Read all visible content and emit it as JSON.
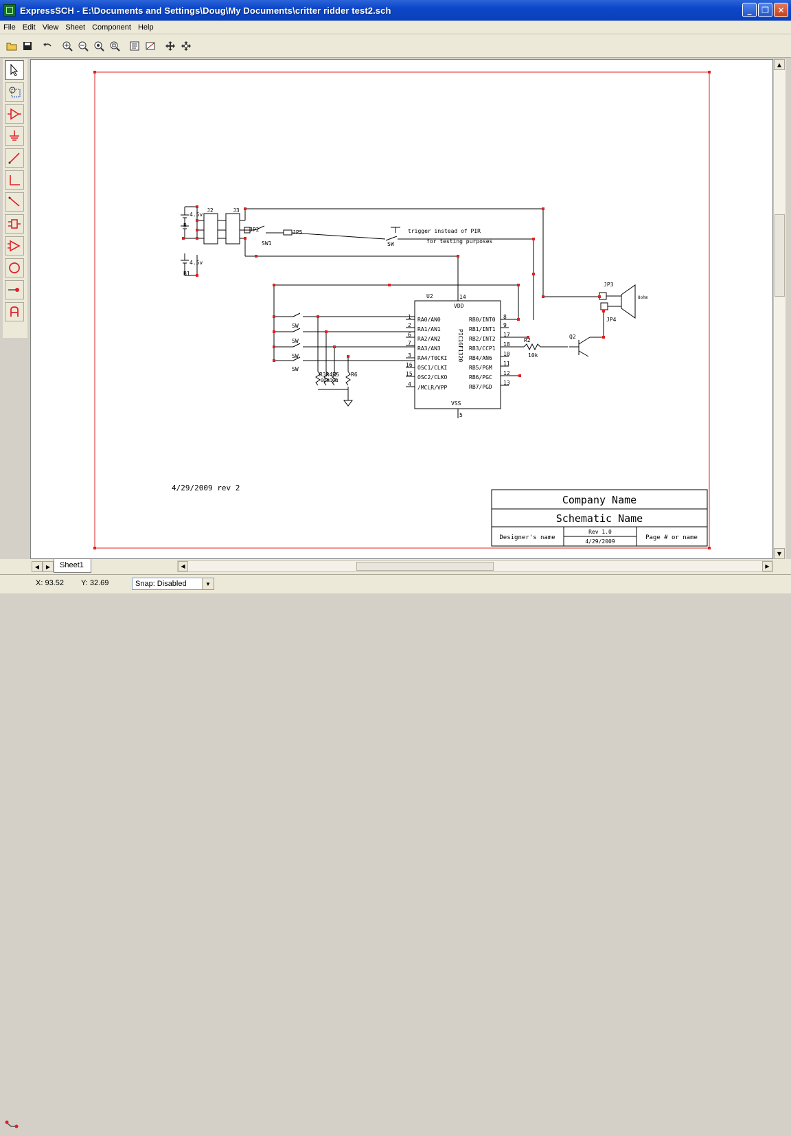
{
  "window": {
    "title": "ExpressSCH - E:\\Documents and Settings\\Doug\\My Documents\\critter ridder test2.sch",
    "minimize": "_",
    "maximize": "❐",
    "close": "✕"
  },
  "menu": [
    "File",
    "Edit",
    "View",
    "Sheet",
    "Component",
    "Help"
  ],
  "schematic": {
    "battery_top_label": "4.5v",
    "battery_bottom_label": "4.5v",
    "battery_b": "B",
    "battery_b1": "B1",
    "j2": "J2",
    "j3": "J3",
    "jp2": "JP2",
    "jp5": "JP5",
    "sw1": "SW1",
    "sw": "SW",
    "trigger_note": "trigger instead of PIR",
    "testing_note": "for testing purposes",
    "u2": "U2",
    "vdd": "VDD",
    "vss": "VSS",
    "chip_name": "PIC16F1320",
    "pin14": "14",
    "pin5": "5",
    "left_pins": [
      {
        "num": "1",
        "name": "RA0/AN0"
      },
      {
        "num": "2",
        "name": "RA1/AN1"
      },
      {
        "num": "6",
        "name": "RA2/AN2"
      },
      {
        "num": "7",
        "name": "RA3/AN3"
      },
      {
        "num": "3",
        "name": "RA4/T0CKI"
      },
      {
        "num": "16",
        "name": "OSC1/CLKI"
      },
      {
        "num": "15",
        "name": "OSC2/CLKO"
      },
      {
        "num": "4",
        "name": "/MCLR/VPP"
      }
    ],
    "right_pins": [
      {
        "num": "8",
        "name": "RB0/INT0"
      },
      {
        "num": "9",
        "name": "RB1/INT1"
      },
      {
        "num": "17",
        "name": "RB2/INT2"
      },
      {
        "num": "18",
        "name": "RB3/CCP1"
      },
      {
        "num": "10",
        "name": "RB4/AN6"
      },
      {
        "num": "11",
        "name": "RB5/PGM"
      },
      {
        "num": "12",
        "name": "RB6/PGC"
      },
      {
        "num": "13",
        "name": "RB7/PGD"
      }
    ],
    "r2": "R2",
    "r2_value": "10k",
    "q2": "Q2",
    "jp3": "JP3",
    "jp4": "JP4",
    "speaker": "8ohm",
    "r_network": "R3R4R5",
    "r6": "R6",
    "r_network_values": "0Ω0Ω0Ω",
    "date_note": "4/29/2009 rev 2",
    "company": "Company Name",
    "schematic_name": "Schematic Name",
    "designer": "Designer's name",
    "rev": "Rev 1.0",
    "rev_date": "4/29/2009",
    "page": "Page # or name"
  },
  "sheet_tab": "Sheet1",
  "status": {
    "x": "X: 93.52",
    "y": "Y: 32.69",
    "snap": "Snap: Disabled"
  }
}
